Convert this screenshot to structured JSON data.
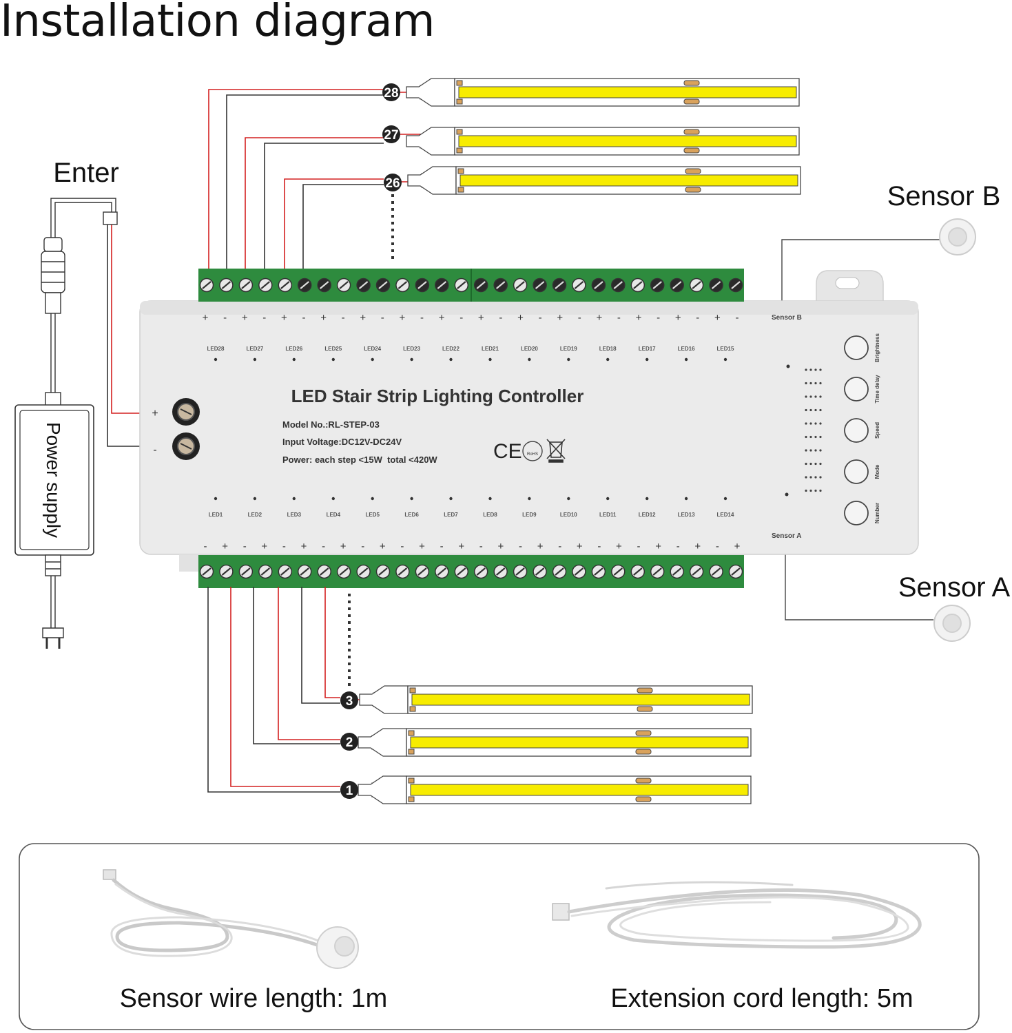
{
  "title": "Installation diagram",
  "labels": {
    "enter": "Enter",
    "power_supply": "Power supply",
    "sensor_b": "Sensor B",
    "sensor_a": "Sensor A"
  },
  "controller": {
    "name": "LED Stair Strip Lighting Controller",
    "model": "Model No.:RL-STEP-03",
    "input_voltage": "Input Voltage:DC12V-DC24V",
    "power": "Power: each step <15W  total <420W",
    "cert_ce": "CE",
    "cert_rohs": "RoHS",
    "sensor_b_port": "Sensor B",
    "sensor_a_port": "Sensor A",
    "plus": "+",
    "minus": "-",
    "top_leds": [
      "LED28",
      "LED27",
      "LED26",
      "LED25",
      "LED24",
      "LED23",
      "LED22",
      "LED21",
      "LED20",
      "LED19",
      "LED18",
      "LED17",
      "LED16",
      "LED15"
    ],
    "bottom_leds": [
      "LED1",
      "LED2",
      "LED3",
      "LED4",
      "LED5",
      "LED6",
      "LED7",
      "LED8",
      "LED9",
      "LED10",
      "LED11",
      "LED12",
      "LED13",
      "LED14"
    ],
    "buttons": [
      "Brightness",
      "Time delay",
      "Speed",
      "Mode",
      "Number"
    ]
  },
  "strips_top": [
    "28",
    "27",
    "26"
  ],
  "strips_bottom": [
    "3",
    "2",
    "1"
  ],
  "accessories": [
    {
      "label": "Sensor wire length: 1m"
    },
    {
      "label": "Extension cord length: 5m"
    }
  ],
  "colors": {
    "terminal_green": "#2e8b3e",
    "strip_yellow": "#f7ec00",
    "wire_red": "#d42020",
    "wire_black": "#333333",
    "controller_body": "#ebebeb"
  }
}
